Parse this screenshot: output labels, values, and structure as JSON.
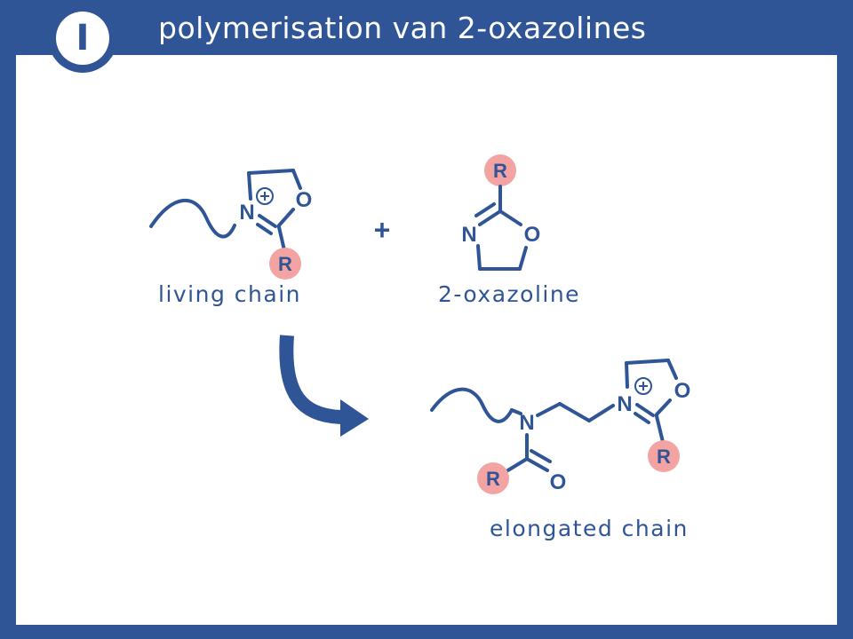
{
  "header": {
    "badge_label": "I",
    "title": "polymerisation van 2-oxazolines"
  },
  "atoms": {
    "nitrogen": "N",
    "oxygen": "O",
    "substituent": "R",
    "charge": "+",
    "plus": "+"
  },
  "labels": {
    "living_chain": "living chain",
    "monomer": "2-oxazoline",
    "product": "elongated chain"
  },
  "colors": {
    "primary": "#2f5597",
    "substituent_highlight": "#f4a3a3",
    "background": "#ffffff"
  }
}
